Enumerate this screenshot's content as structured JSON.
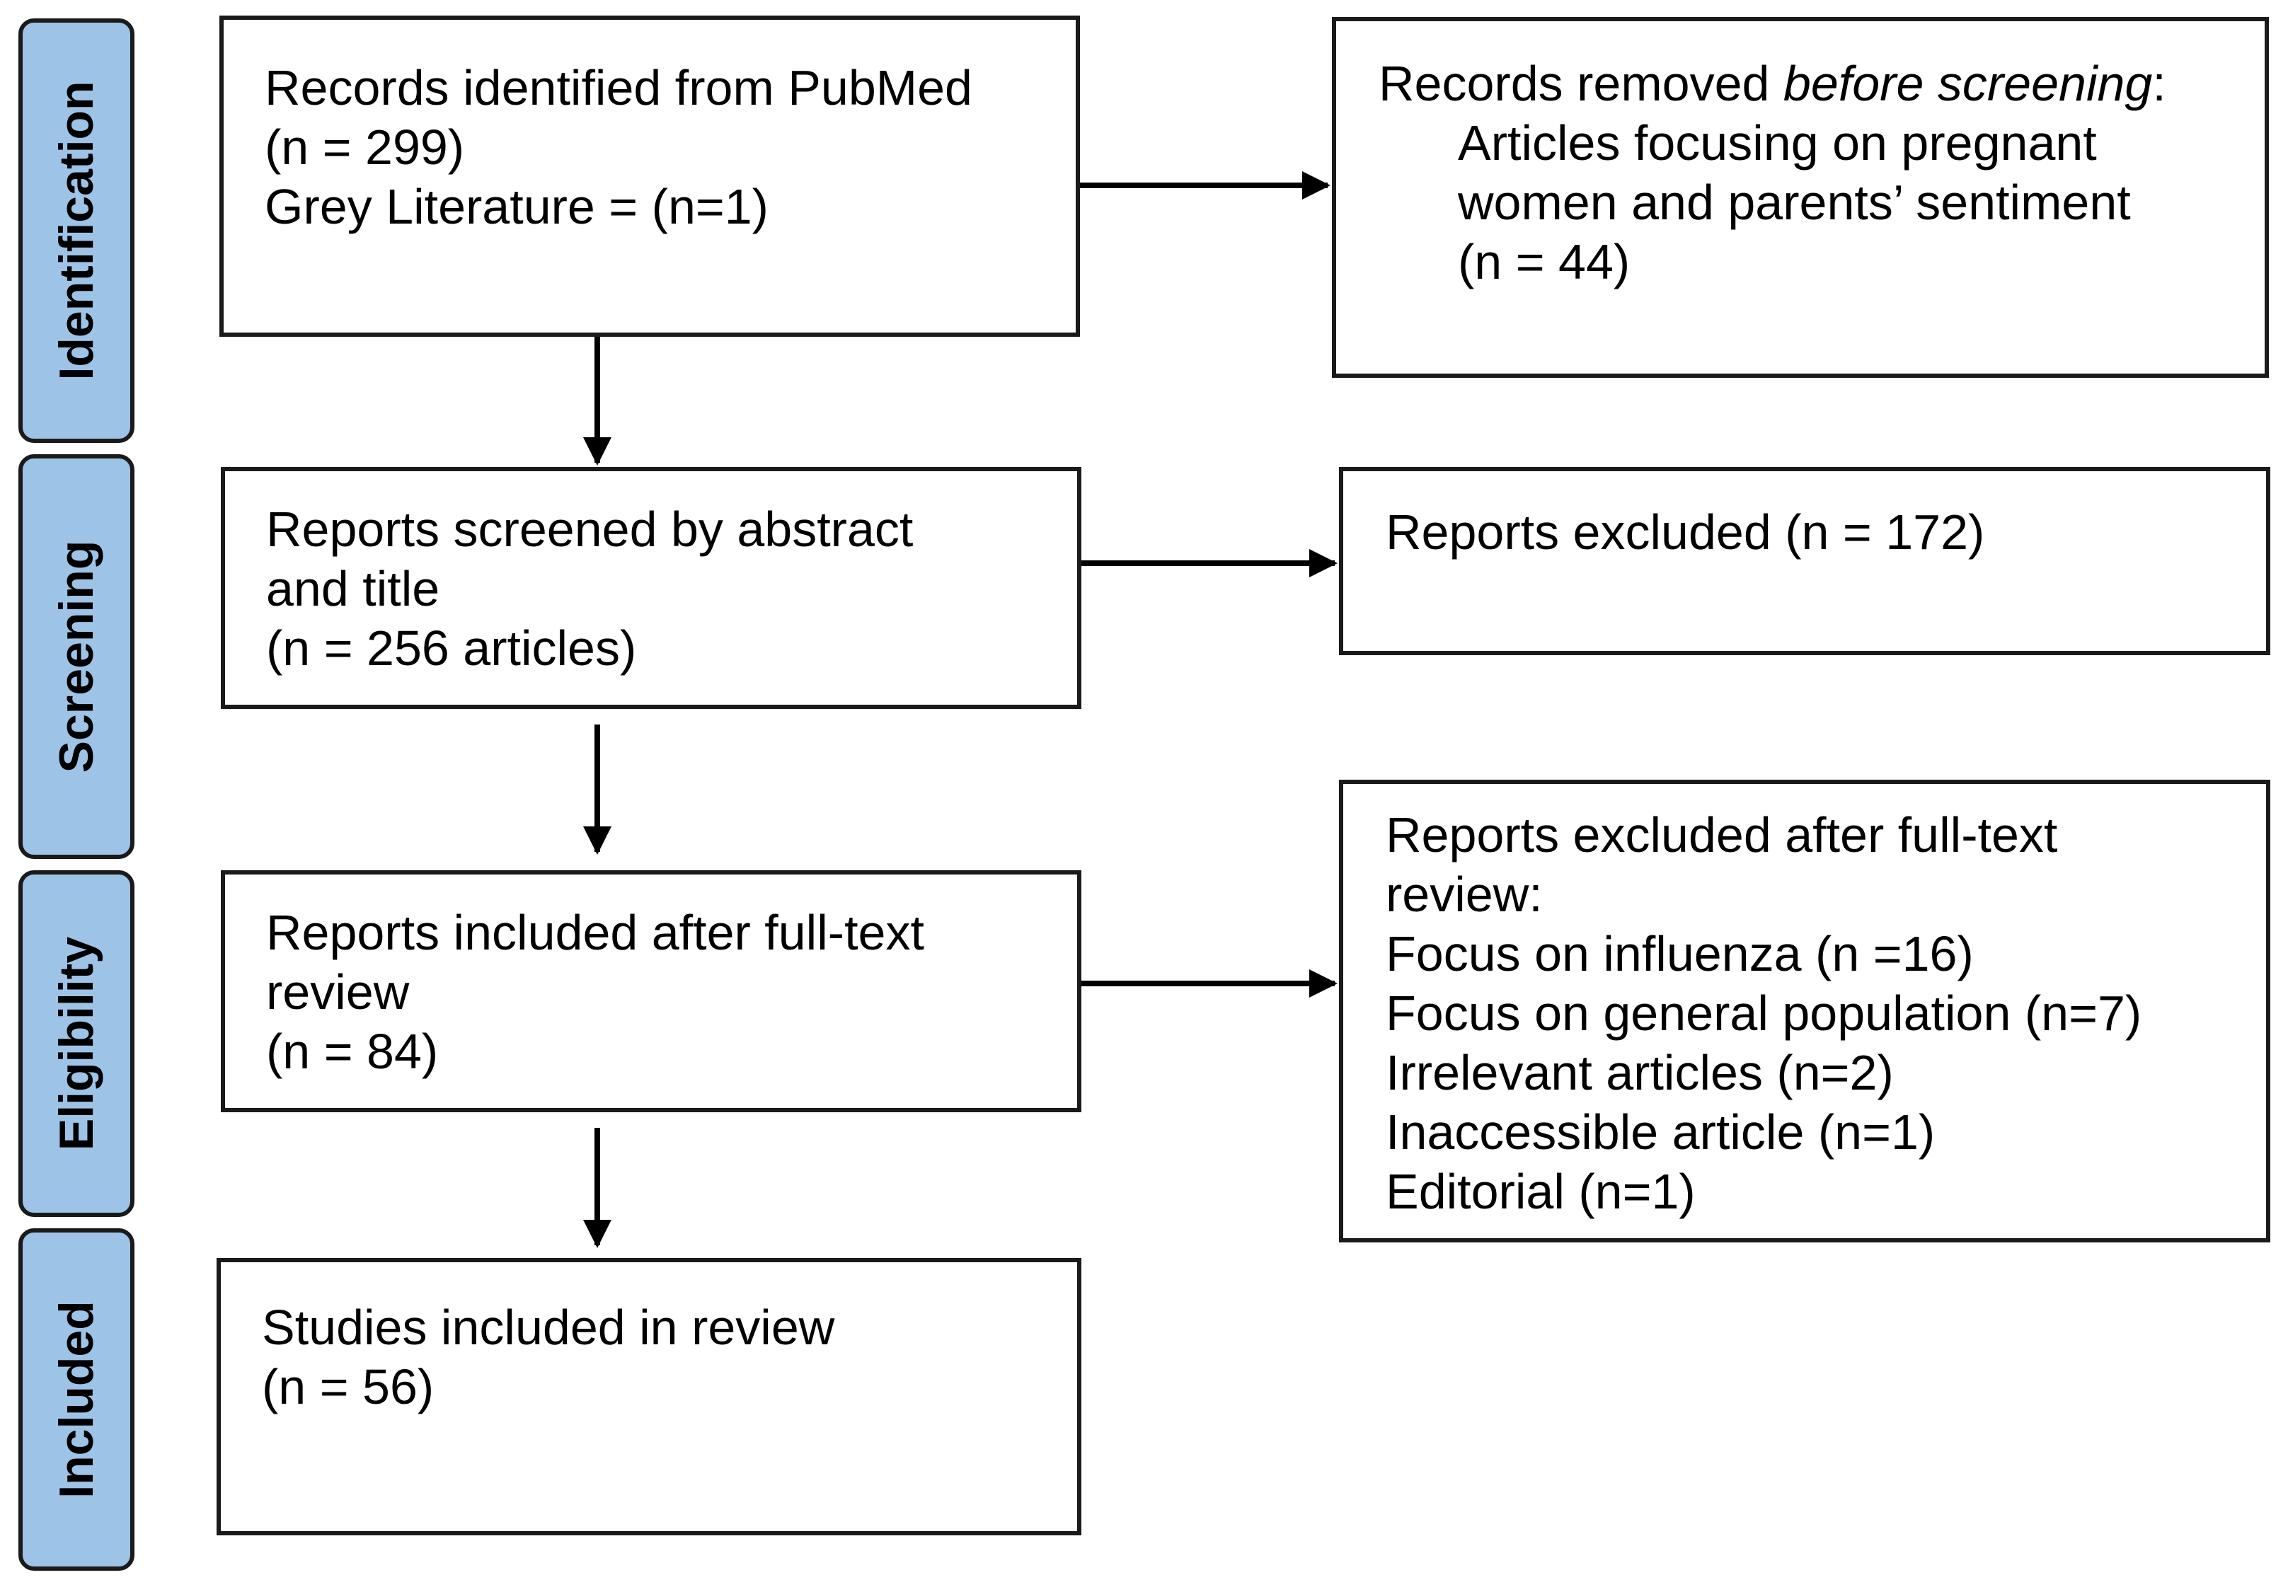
{
  "stages": {
    "identification": "Identification",
    "screening": "Screening",
    "eligibility": "Eligibility",
    "included": "Included"
  },
  "identification_box": {
    "line1": "Records identified from PubMed",
    "line2": "(n = 299)",
    "line3": "Grey Literature = (n=1)"
  },
  "removed_box": {
    "prefix": "Records removed ",
    "emphasis": "before screening",
    "suffix": ":",
    "line2": "Articles focusing on pregnant",
    "line3": "women and parents’ sentiment",
    "line4": "(n = 44)"
  },
  "screening_box": {
    "line1": "Reports screened by abstract",
    "line2": "and title",
    "line3": "(n = 256 articles)"
  },
  "excluded_box": {
    "line1": "Reports excluded (n = 172)"
  },
  "eligibility_box": {
    "line1": "Reports included after full-text",
    "line2": "review",
    "line3": "(n = 84)"
  },
  "fulltext_excluded_box": {
    "line1": "Reports excluded after full-text",
    "line2": "review:",
    "reasons": [
      "Focus on influenza (n =16)",
      "Focus on general population (n=7)",
      "Irrelevant articles (n=2)",
      "Inaccessible article (n=1)",
      "Editorial (n=1)"
    ]
  },
  "included_box": {
    "line1": "Studies included in review",
    "line2": "(n = 56)"
  },
  "colors": {
    "stage_fill": "#9dc3e6",
    "border": "#1a1a1a",
    "arrow": "#000000"
  }
}
